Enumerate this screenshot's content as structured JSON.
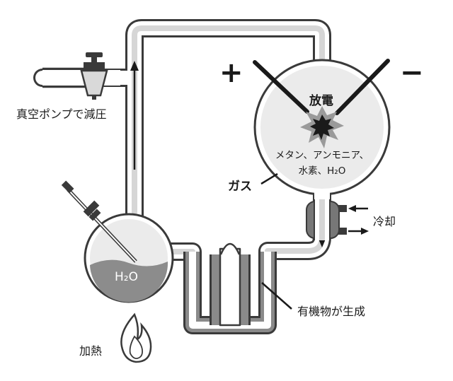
{
  "labels": {
    "vacuum_pump": "真空ポンプで減圧",
    "discharge": "放電",
    "gas_contents_line1": "メタン、アンモニア、",
    "gas_contents_line2": "水素、H₂O",
    "gas": "ガス",
    "cooling": "冷却",
    "organic_products": "有機物が生成",
    "heating": "加熱",
    "water_flask": "H₂O",
    "plus_sign": "+",
    "minus_sign": "−"
  },
  "colors": {
    "tube_outline": "#3a3a3a",
    "tube_fill": "#ffffff",
    "inner_line": "#d6d6d6",
    "flask_fill": "#ebebeb",
    "water_fill": "#8c8c8c",
    "u_tube": "#8a8a8a",
    "electrode": "#1a1a1a",
    "spark_outer": "#9a9a9a",
    "spark_inner": "#1a1a1a",
    "condenser": "#777777"
  },
  "icons": [
    "valve-icon",
    "spark-icon",
    "flame-icon",
    "arrow-icon"
  ]
}
